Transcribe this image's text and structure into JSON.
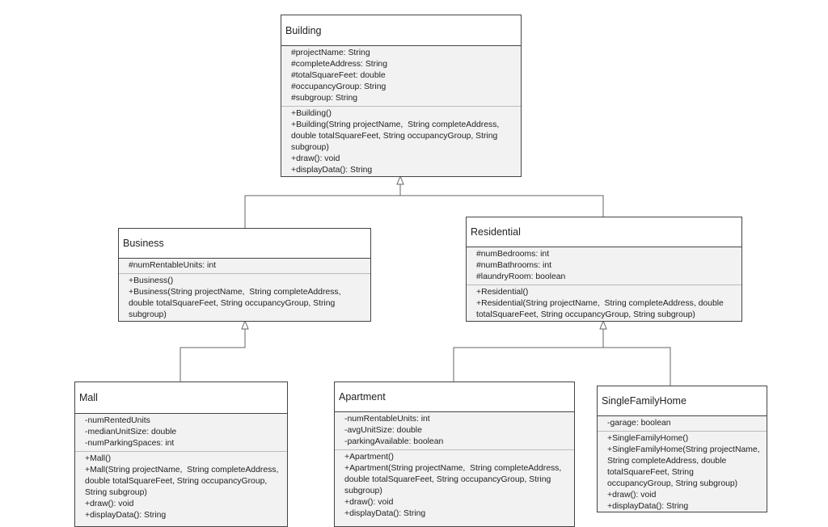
{
  "classes": {
    "building": {
      "name": "Building",
      "attributes": [
        "#projectName: String",
        "#completeAddress: String",
        "#totalSquareFeet: double",
        "#occupancyGroup: String",
        "#subgroup: String"
      ],
      "operations": [
        "+Building()",
        "+Building(String projectName,  String completeAddress,",
        "double totalSquareFeet, String occupancyGroup, String",
        "subgroup)",
        "+draw(): void",
        "+displayData(): String"
      ]
    },
    "business": {
      "name": "Business",
      "attributes": [
        "#numRentableUnits: int"
      ],
      "operations": [
        "+Business()",
        "+Business(String projectName,  String completeAddress,",
        "double totalSquareFeet, String occupancyGroup, String",
        "subgroup)"
      ]
    },
    "residential": {
      "name": "Residential",
      "attributes": [
        "#numBedrooms: int",
        "#numBathrooms: int",
        "#laundryRoom: boolean"
      ],
      "operations": [
        "+Residential()",
        "+Residential(String projectName,  String completeAddress, double",
        "totalSquareFeet, String occupancyGroup, String subgroup)"
      ]
    },
    "mall": {
      "name": "Mall",
      "attributes": [
        "-numRentedUnits",
        "-medianUnitSize: double",
        "-numParkingSpaces: int"
      ],
      "operations": [
        "+Mall()",
        "+Mall(String projectName,  String completeAddress,",
        "double totalSquareFeet, String occupancyGroup,",
        "String subgroup)",
        "+draw(): void",
        "+displayData(): String"
      ]
    },
    "apartment": {
      "name": "Apartment",
      "attributes": [
        "-numRentableUnits: int",
        "-avgUnitSize: double",
        "-parkingAvailable: boolean"
      ],
      "operations": [
        "+Apartment()",
        "+Apartment(String projectName,  String completeAddress,",
        "double totalSquareFeet, String occupancyGroup, String",
        "subgroup)",
        "+draw(): void",
        "+displayData(): String"
      ]
    },
    "singlefamilyhome": {
      "name": "SingleFamilyHome",
      "attributes": [
        "-garage: boolean"
      ],
      "operations": [
        "+SingleFamilyHome()",
        "+SingleFamilyHome(String projectName,",
        "String completeAddress, double",
        "totalSquareFeet, String",
        "occupancyGroup, String subgroup)",
        "+draw(): void",
        "+displayData(): String"
      ]
    }
  },
  "relations": [
    {
      "type": "generalization",
      "child": "Business",
      "parent": "Building"
    },
    {
      "type": "generalization",
      "child": "Residential",
      "parent": "Building"
    },
    {
      "type": "generalization",
      "child": "Mall",
      "parent": "Business"
    },
    {
      "type": "generalization",
      "child": "Apartment",
      "parent": "Residential"
    },
    {
      "type": "generalization",
      "child": "SingleFamilyHome",
      "parent": "Residential"
    }
  ]
}
